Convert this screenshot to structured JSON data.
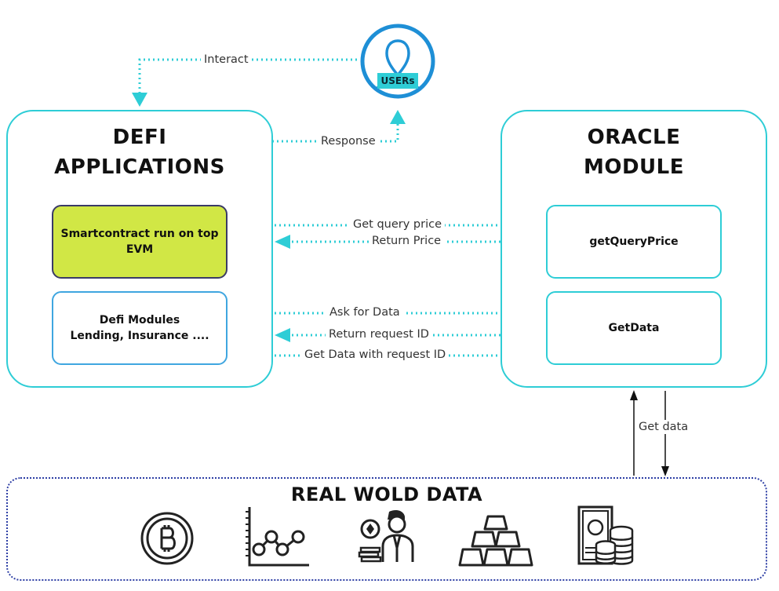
{
  "users_label": "USERs",
  "defi": {
    "title_line1": "DEFI",
    "title_line2": "APPLICATIONS",
    "smartcontract_line1": "Smartcontract run on top",
    "smartcontract_line2": "EVM",
    "modules_line1": "Defi Modules",
    "modules_line2": "Lending, Insurance ...."
  },
  "oracle": {
    "title_line1": "ORACLE",
    "title_line2": "MODULE",
    "get_query_price": "getQueryPrice",
    "get_data": "GetData"
  },
  "arrows": {
    "interact": "Interact",
    "response": "Response",
    "get_query_price": "Get query price",
    "return_price": "Return Price",
    "ask_for_data": "Ask for Data",
    "return_request_id": "Return request ID",
    "get_data_with_request_id": "Get Data with request ID",
    "get_data": "Get data"
  },
  "real_world": {
    "title": "REAL WOLD DATA",
    "icons": [
      "bitcoin-icon",
      "line-chart-icon",
      "gambler-icon",
      "gold-bars-icon",
      "money-coins-icon"
    ]
  },
  "colors": {
    "accent": "#2ecdd6",
    "smartcontract_fill": "#d1e745",
    "modules_border": "#3fa6e0",
    "real_world_border": "#2e3fa5",
    "users_circle": "#1e8fd6"
  }
}
